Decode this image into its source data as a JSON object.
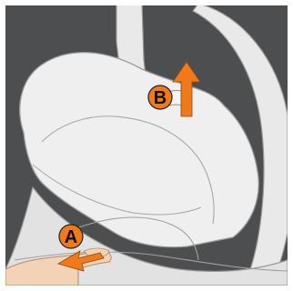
{
  "illustration": {
    "description_labels": {
      "step_a": "A",
      "step_b": "B"
    },
    "colors": {
      "background": "#4d4e50",
      "seat_shell": "#ececec",
      "seat_shadow": "#d7d7d7",
      "outline": "#9a9a9a",
      "arrow": "#f07a1a",
      "badge": "#f07a1a",
      "hand": "#f2d3b5"
    },
    "icons": [
      "car-seat-shell-illustration",
      "handle-arm",
      "release-arrow-a",
      "lift-arrow-b",
      "hand"
    ]
  }
}
